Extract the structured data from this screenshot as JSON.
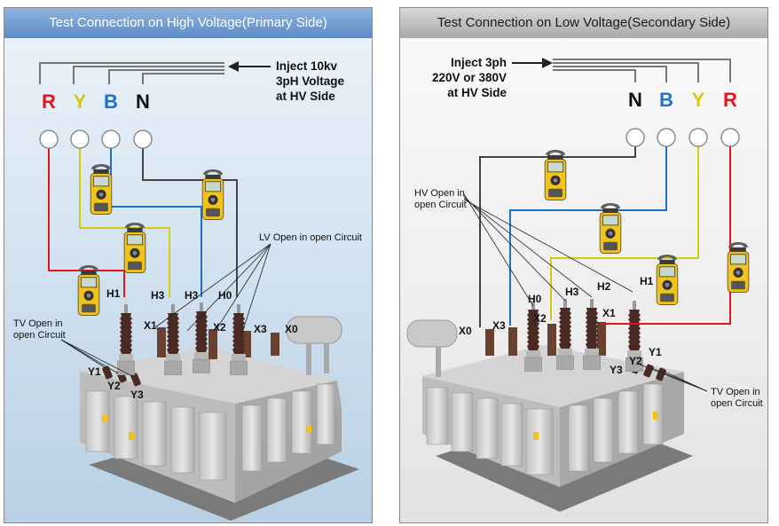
{
  "left_panel": {
    "title": "Test Connection on High Voltage(Primary Side)",
    "inject": [
      "Inject 10kv",
      "3pH Voltage",
      "at HV Side"
    ],
    "phases": [
      {
        "label": "R",
        "color": "#e8141b"
      },
      {
        "label": "Y",
        "color": "#d4cc10"
      },
      {
        "label": "B",
        "color": "#1a73c8"
      },
      {
        "label": "N",
        "color": "#111111"
      }
    ],
    "terminal_labels": {
      "h1": "H1",
      "h3a": "H3",
      "h3b": "H3",
      "h0": "H0",
      "x1": "X1",
      "x2": "X2",
      "x3": "X3",
      "x0": "X0",
      "y1": "Y1",
      "y2": "Y2",
      "y3": "Y3"
    },
    "lv_open_note": "LV Open in open Circuit",
    "tv_open_note": [
      "TV Open in",
      "open Circuit"
    ]
  },
  "right_panel": {
    "title": "Test Connection on Low Voltage(Secondary Side)",
    "inject": [
      "Inject 3ph",
      "220V or 380V",
      "at HV Side"
    ],
    "phases": [
      {
        "label": "N",
        "color": "#111111"
      },
      {
        "label": "B",
        "color": "#1a73c8"
      },
      {
        "label": "Y",
        "color": "#d4cc10"
      },
      {
        "label": "R",
        "color": "#e8141b"
      }
    ],
    "terminal_labels": {
      "x0": "X0",
      "x3": "X3",
      "x2": "X2",
      "x1": "X1",
      "h0": "H0",
      "h3": "H3",
      "h2": "H2",
      "h1": "H1",
      "y1": "Y1",
      "y2": "Y2",
      "y3": "Y3"
    },
    "hv_open_note": [
      "HV Open in",
      "open Circuit"
    ],
    "tv_open_note": [
      "TV Open in",
      "open Circuit"
    ]
  },
  "colors": {
    "red": "#e8141b",
    "yellow": "#d4cc10",
    "blue": "#1a73c8",
    "neutral": "#444444",
    "bus": "#777777",
    "meter_body": "#f2c318"
  }
}
